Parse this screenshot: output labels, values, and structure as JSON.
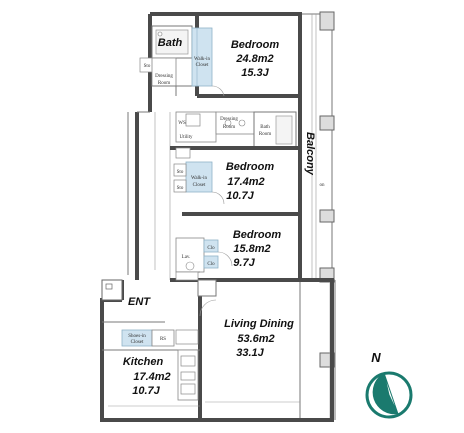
{
  "rooms": {
    "bedroom1": {
      "name": "Bedroom",
      "area": "24.8m2",
      "jo": "15.3J"
    },
    "bedroom2": {
      "name": "Bedroom",
      "area": "17.4m2",
      "jo": "10.7J"
    },
    "bedroom3": {
      "name": "Bedroom",
      "area": "15.8m2",
      "jo": "9.7J"
    },
    "living": {
      "name": "Living Dining",
      "area": "53.6m2",
      "jo": "33.1J"
    },
    "kitchen": {
      "name": "Kitchen",
      "area": "17.4m2",
      "jo": "10.7J"
    },
    "bath": {
      "name": "Bath"
    },
    "entrance": {
      "name": "ENT"
    },
    "balcony": {
      "name": "Balcony"
    }
  },
  "small_labels": {
    "walkin1_a": "Walk-in",
    "walkin1_b": "Closet",
    "dressing1_a": "Dressing",
    "dressing1_b": "Room",
    "sto_bath": "Sto",
    "ws": "WS",
    "utility": "Utility",
    "dressing2_a": "Dressing",
    "dressing2_b": "Room",
    "bathroom_a": "Bath",
    "bathroom_b": "Room",
    "sto1": "Sto",
    "sto2": "Sto",
    "walkin2_a": "Walk-in",
    "walkin2_b": "Closet",
    "clo1": "Clo",
    "clo2": "Clo",
    "lav": "Lav.",
    "shoein_a": "Shoes-in",
    "shoein_b": "Closet",
    "rs": "RS",
    "on": "on"
  },
  "compass": {
    "label": "N"
  },
  "colors": {
    "wall": "#4a4a4a",
    "closet": "#cfe3f0",
    "compass": "#1a7a6e"
  }
}
